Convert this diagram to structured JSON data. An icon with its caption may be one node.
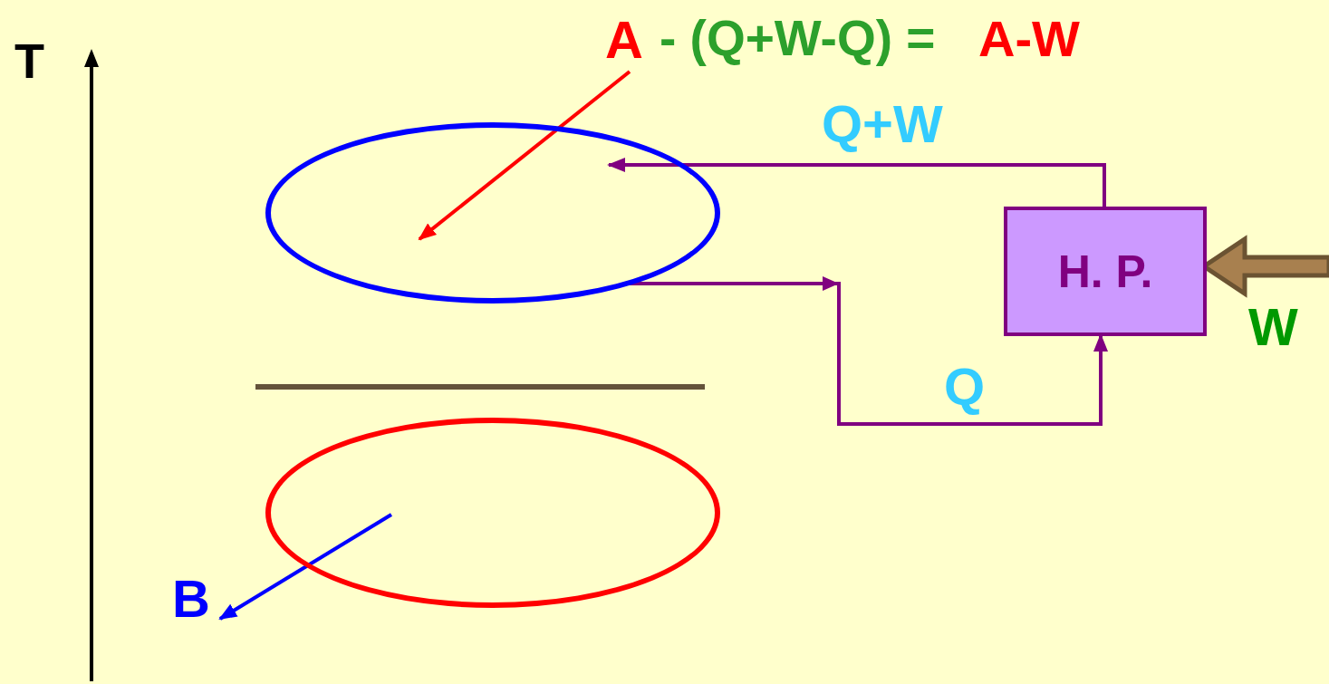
{
  "diagram": {
    "nodes": [
      {
        "text": [],
        "shape": "ellipse"
      },
      {
        "text": [],
        "shape": "ellipse"
      },
      {
        "text": [
          "H. P."
        ]
      },
      {
        "text": [
          "A"
        ]
      },
      {
        "text": [
          "B"
        ]
      }
    ],
    "edges": [
      {
        "from": 3,
        "to": 0,
        "arrow": "to",
        "color": "#ff0000"
      },
      {
        "from": 1,
        "to": 4,
        "arrow": "to",
        "color": "#0000ff"
      },
      {
        "from": 2,
        "to": 0,
        "arrow": "to",
        "label": "Q+W",
        "color": "#800080"
      },
      {
        "from": 0,
        "to": 2,
        "arrow": "to",
        "label": "Q",
        "color": "#800080"
      },
      {
        "from": null,
        "to": 2,
        "arrow": "to",
        "label": "W",
        "style": "thick",
        "color": "#a8804f"
      }
    ],
    "labels": [
      "T",
      "- (Q+W-Q) =",
      "A-W"
    ]
  }
}
